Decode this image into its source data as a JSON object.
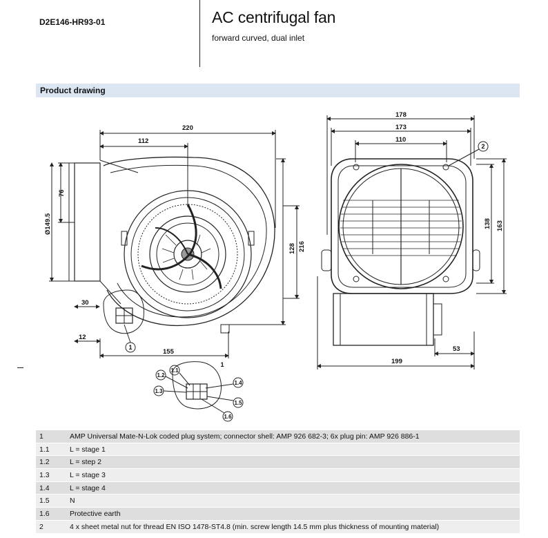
{
  "header": {
    "model": "D2E146-HR93-01",
    "title": "AC centrifugal fan",
    "subtitle": "forward curved, dual inlet"
  },
  "section": {
    "title": "Product drawing"
  },
  "drawing": {
    "dims": {
      "d220": "220",
      "d112": "112",
      "d76": "76",
      "d149": "Ø149.5",
      "d216": "216",
      "d128": "128",
      "d30": "30",
      "d12": "12",
      "d155": "155",
      "d178": "178",
      "d173": "173",
      "d110": "110",
      "d138": "138",
      "d163": "163",
      "d53": "53",
      "d199": "199"
    },
    "callouts": {
      "c1a": "1",
      "c1b": "1",
      "c11": "1.1",
      "c12": "1.2",
      "c13": "1.3",
      "c14": "1.4",
      "c15": "1.5",
      "c16": "1.6",
      "c2": "2"
    }
  },
  "legend": [
    {
      "key": "1",
      "text": "AMP Universal Mate-N-Lok coded plug system; connector shell: AMP 926 682-3; 6x plug pin: AMP 926 886-1"
    },
    {
      "key": "1.1",
      "text": "L = stage 1"
    },
    {
      "key": "1.2",
      "text": "L = step 2"
    },
    {
      "key": "1.3",
      "text": "L = stage 3"
    },
    {
      "key": "1.4",
      "text": "L = stage 4"
    },
    {
      "key": "1.5",
      "text": "N"
    },
    {
      "key": "1.6",
      "text": "Protective earth"
    },
    {
      "key": "2",
      "text": "4 x sheet metal nut for thread EN ISO 1478-ST4.8 (min. screw length 14.5 mm plus thickness of mounting material)"
    }
  ]
}
